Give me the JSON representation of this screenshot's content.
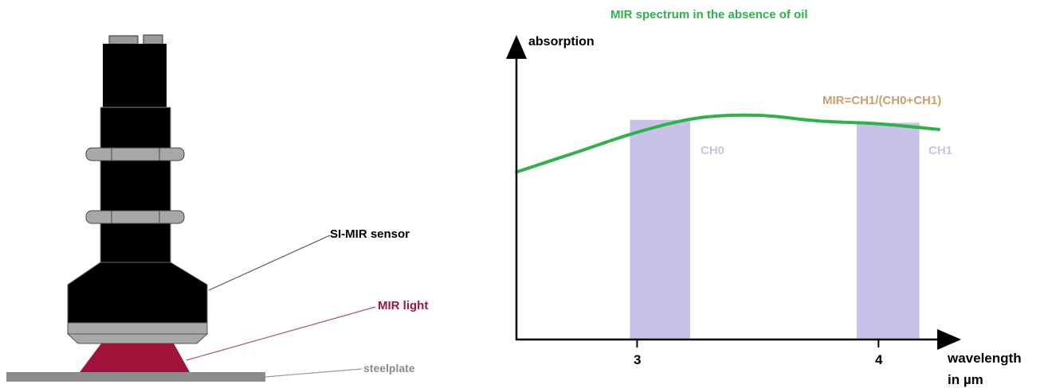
{
  "sensor_diagram": {
    "sensor_label": "SI-MIR sensor",
    "light_label": "MIR light",
    "plate_label": "steelplate"
  },
  "spectrum_chart": {
    "title": "MIR spectrum in the absence of oil",
    "y_axis_label": "absorption",
    "x_axis_label_line1": "wavelength",
    "x_axis_label_line2": "in µm",
    "formula": "MIR=CH1/(CH0+CH1)",
    "band_labels": [
      "CH0",
      "CH1"
    ],
    "tick_labels": [
      "3",
      "4"
    ]
  },
  "chart_data": {
    "type": "line",
    "title": "MIR spectrum in the absence of oil",
    "xlabel": "wavelength in µm",
    "ylabel": "absorption",
    "x_ticks": [
      3,
      4
    ],
    "xlim": [
      2.5,
      4.25
    ],
    "series": [
      {
        "values_note": "",
        "x": [
          2.5,
          2.75,
          3.0,
          3.25,
          3.5,
          3.75,
          4.0,
          4.25
        ],
        "y": [
          0.59,
          0.66,
          0.73,
          0.78,
          0.79,
          0.77,
          0.76,
          0.74
        ],
        "color": "#2db34a"
      }
    ],
    "bands": [
      {
        "label": "CH0",
        "x_range": [
          2.97,
          3.22
        ],
        "color": "#c9c2e8"
      },
      {
        "label": "CH1",
        "x_range": [
          3.91,
          4.17
        ],
        "color": "#c9c2e8"
      }
    ],
    "ylim": [
      0,
      1
    ],
    "grid": false,
    "annotation": "MIR=CH1/(CH0+CH1)"
  },
  "colors": {
    "curve": "#2db34a",
    "band": "#c9c2e8",
    "mir_light": "#a0143c",
    "formula": "#c8a06a",
    "plate": "#8c8c8c"
  }
}
